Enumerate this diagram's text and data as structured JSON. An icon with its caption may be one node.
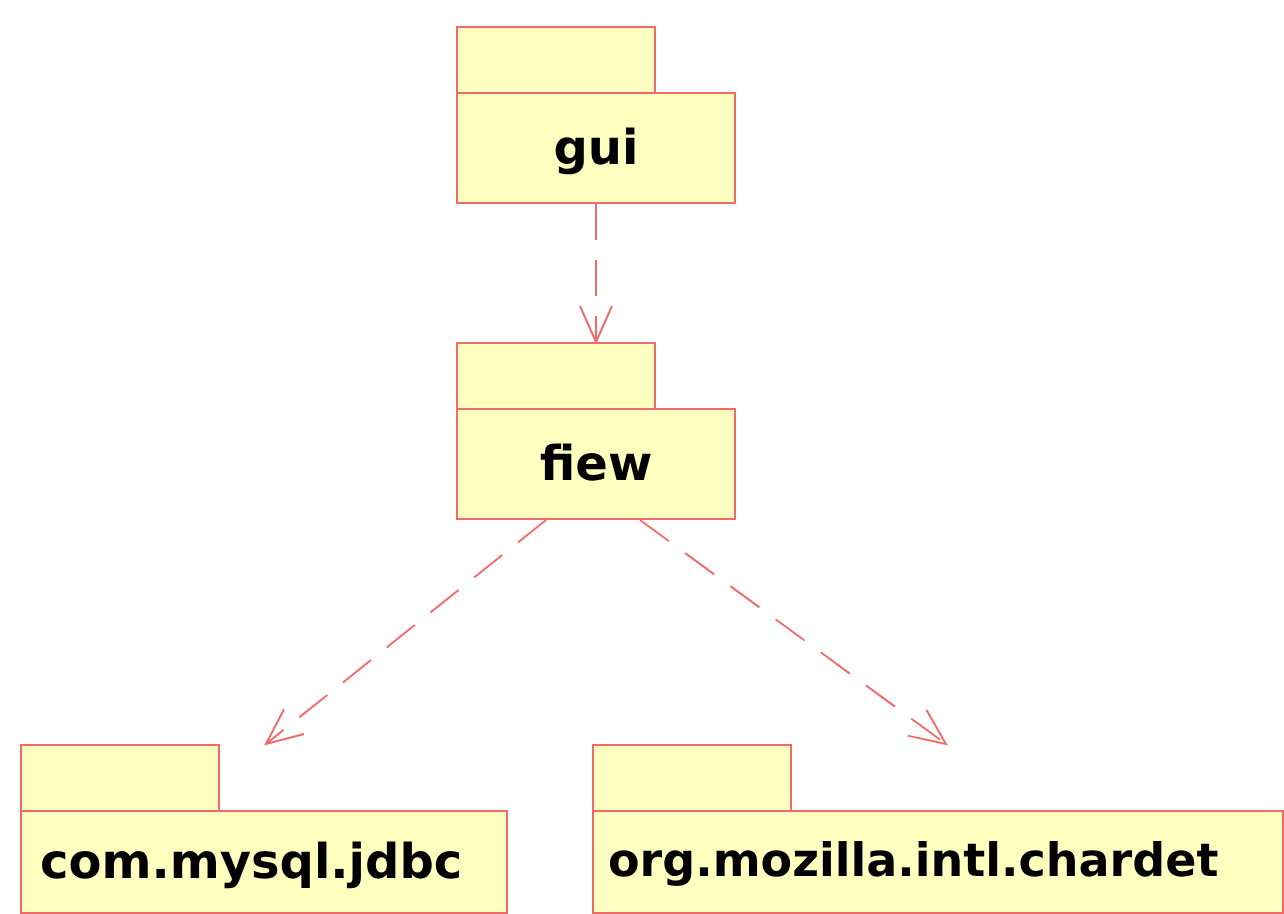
{
  "diagram": {
    "nodes": [
      {
        "text": [
          "gui"
        ]
      },
      {
        "text": [
          "fiew"
        ]
      },
      {
        "text": [
          "com.mysql.jdbc"
        ]
      },
      {
        "text": [
          "org.mozilla.intl.chardet"
        ]
      }
    ],
    "edges": [
      {
        "from": 0,
        "to": 1,
        "arrow": "to",
        "style": "dashed"
      },
      {
        "from": 1,
        "to": 2,
        "arrow": "to",
        "style": "dashed"
      },
      {
        "from": 1,
        "to": 3,
        "arrow": "to",
        "style": "dashed"
      }
    ]
  }
}
